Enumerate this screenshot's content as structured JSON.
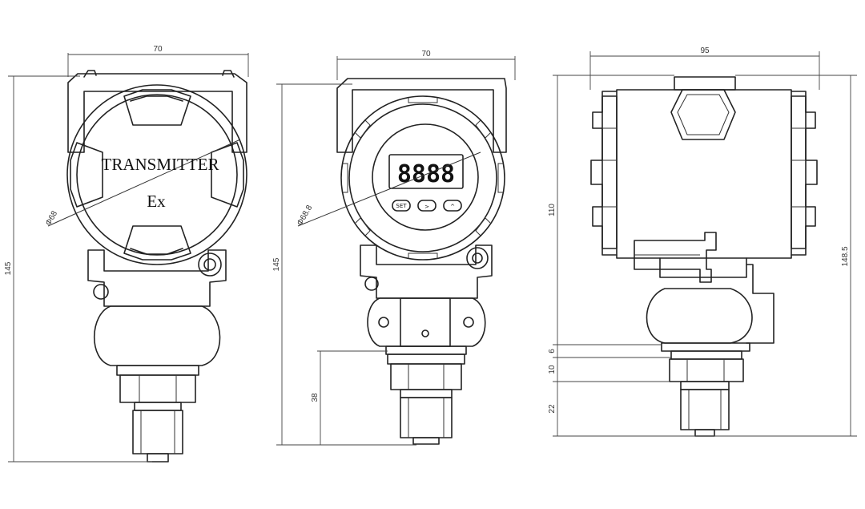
{
  "front_view": {
    "width_dim": "70",
    "height_dim": "145",
    "diameter_dim": "Φ68",
    "label_line1": "TRANSMITTER",
    "label_line2": "Ex"
  },
  "display_view": {
    "width_dim": "70",
    "height_dim": "145",
    "diameter_dim": "Φ68.8",
    "lower_dim": "38",
    "display_value": "8888",
    "buttons": [
      "SET",
      ">",
      "^"
    ]
  },
  "side_view": {
    "width_dim": "95",
    "upper_height_dim": "110",
    "total_height_dim": "148.5",
    "small_dim_a": "6",
    "small_dim_b": "10",
    "small_dim_c": "22"
  }
}
